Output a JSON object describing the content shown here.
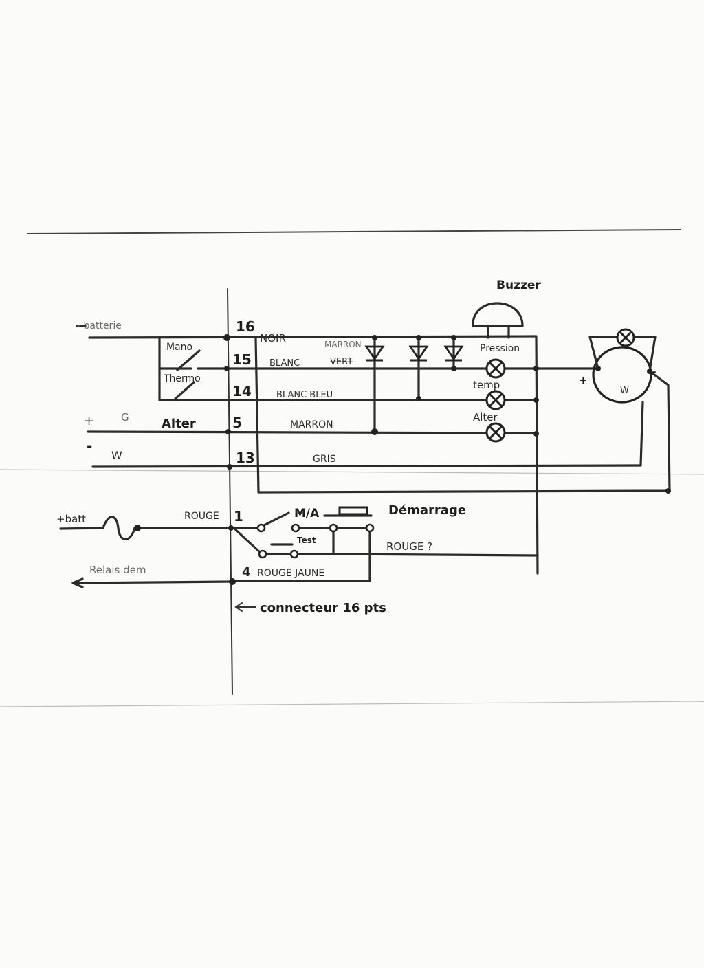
{
  "connector": {
    "pins": [
      "16",
      "15",
      "14",
      "5",
      "13",
      "1",
      "4"
    ],
    "caption": "connecteur 16 pts"
  },
  "wires": {
    "pin16": "NOIR",
    "pin15": "BLANC",
    "pin15_strike": "VERT",
    "pin15_over": "MARRON",
    "pin14": "BLANC BLEU",
    "pin5": "MARRON",
    "pin13": "GRIS",
    "pin1": "ROUGE",
    "pin4": "ROUGE JAUNE",
    "return": "ROUGE ?"
  },
  "inputs": {
    "batterie_minus": "- batterie",
    "mano": "Mano",
    "thermo": "Thermo",
    "plus": "+",
    "g": "G",
    "alter": "Alter",
    "minus": "-",
    "w": "W",
    "batt_plus": "+batt",
    "relais": "Relais dem"
  },
  "panel": {
    "buzzer": "Buzzer",
    "pression": "Pression",
    "temp": "temp",
    "alter": "Alter",
    "ma": "M/A",
    "demarrage": "Démarrage",
    "test": "Test",
    "gauge_plus": "+",
    "gauge_minus": "-",
    "gauge_w": "W"
  }
}
